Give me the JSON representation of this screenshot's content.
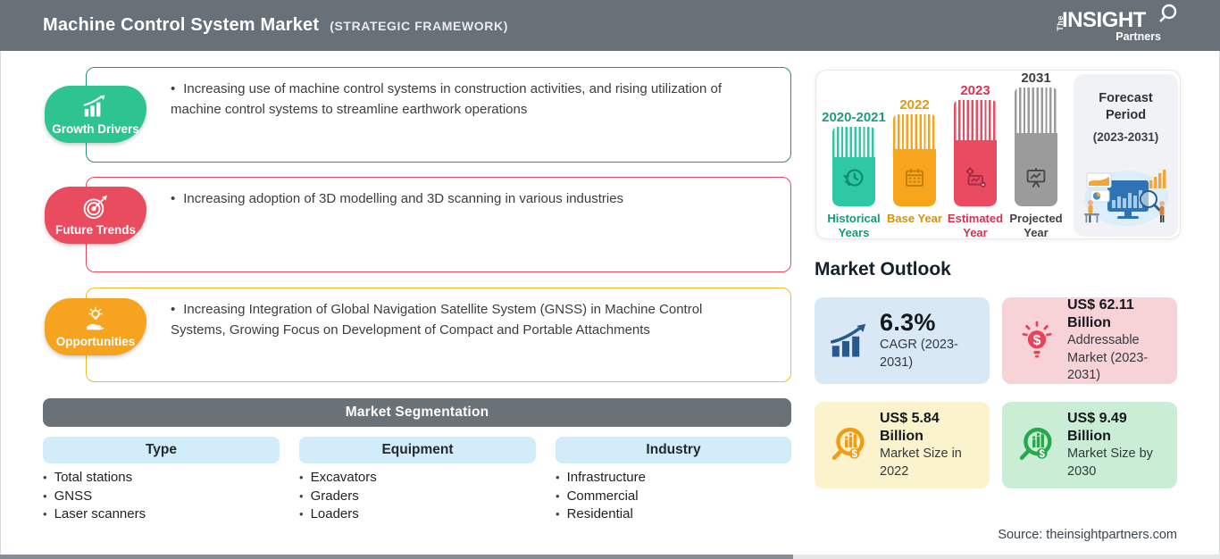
{
  "header": {
    "title": "Machine Control System Market",
    "subtitle": "(STRATEGIC FRAMEWORK)",
    "logo": {
      "the": "The",
      "insight": "INSIGHT",
      "partners": "Partners"
    }
  },
  "sections": [
    {
      "label": "Growth Drivers",
      "bullet": "Increasing use of machine control systems in construction activities, and rising utilization of machine control systems to streamline earthwork operations",
      "badge_color": "#2ec492",
      "border_color": "#2b9279",
      "icon": "growth-chart-icon"
    },
    {
      "label": "Future Trends",
      "bullet": "Increasing adoption of 3D modelling and 3D scanning in various industries",
      "badge_color": "#e94b5f",
      "border_color": "#e8495e",
      "icon": "target-dart-icon"
    },
    {
      "label": "Opportunities",
      "bullet": "Increasing Integration of Global Navigation Satellite System (GNSS) in Machine Control Systems, Growing Focus on Development of Compact and Portable Attachments",
      "badge_color": "#f6a41f",
      "border_color": "#eebd2b",
      "icon": "idea-hand-icon"
    }
  ],
  "segmentation": {
    "title": "Market Segmentation",
    "columns": [
      {
        "header": "Type",
        "items": [
          "Total stations",
          "GNSS",
          "Laser scanners"
        ]
      },
      {
        "header": "Equipment",
        "items": [
          "Excavators",
          "Graders",
          "Loaders"
        ]
      },
      {
        "header": "Industry",
        "items": [
          "Infrastructure",
          "Commercial",
          "Residential"
        ]
      }
    ]
  },
  "timeline": {
    "bars": [
      {
        "year": "2020-2021",
        "role": "Historical Years",
        "color": "#2ec9a4",
        "icon": "history-clock-icon"
      },
      {
        "year": "2022",
        "role": "Base Year",
        "color": "#f8a51e",
        "icon": "calendar-icon"
      },
      {
        "year": "2023",
        "role": "Estimated Year",
        "color": "#ea4b61",
        "icon": "estimate-gear-icon"
      },
      {
        "year": "2031",
        "role": "Projected Year",
        "color": "#9b9b9b",
        "icon": "projection-screen-icon"
      }
    ],
    "forecast": {
      "title": "Forecast Period",
      "range": "(2023-2031)"
    }
  },
  "market_outlook": {
    "title": "Market Outlook",
    "cards": [
      {
        "value": "6.3%",
        "label": "CAGR (2023-2031)",
        "bg": "#d9e8f5",
        "accent": "#27598f",
        "icon": "cagr-chart-icon"
      },
      {
        "value": "US$ 62.11 Billion",
        "label": "Addressable Market (2023-2031)",
        "bg": "#f7d2d7",
        "accent": "#e8435a",
        "icon": "dollar-bulb-icon"
      },
      {
        "value": "US$ 5.84 Billion",
        "label": "Market Size in 2022",
        "bg": "#faf3cb",
        "accent": "#f49b16",
        "icon": "market-magnifier-icon"
      },
      {
        "value": "US$ 9.49 Billion",
        "label": "Market Size by 2030",
        "bg": "#c9eed5",
        "accent": "#27a84c",
        "icon": "market-magnifier-icon"
      }
    ]
  },
  "source": "Source: theinsightpartners.com"
}
